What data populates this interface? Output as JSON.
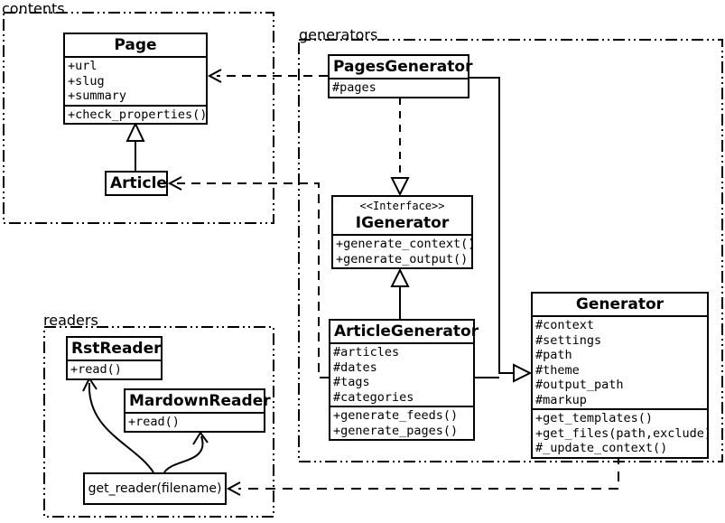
{
  "packages": {
    "contents": {
      "label": "contents"
    },
    "generators": {
      "label": "generators"
    },
    "readers": {
      "label": "readers"
    }
  },
  "classes": {
    "page": {
      "title": "Page",
      "attributes": [
        "+url",
        "+slug",
        "+summary"
      ],
      "methods": [
        "+check_properties()"
      ]
    },
    "article": {
      "title": "Article"
    },
    "pages_generator": {
      "title": "PagesGenerator",
      "attributes": [
        "#pages"
      ]
    },
    "igenerator": {
      "stereotype": "<<Interface>>",
      "title": "IGenerator",
      "methods": [
        "+generate_context()",
        "+generate_output()"
      ]
    },
    "article_generator": {
      "title": "ArticleGenerator",
      "attributes": [
        "#articles",
        "#dates",
        "#tags",
        "#categories"
      ],
      "methods": [
        "+generate_feeds()",
        "+generate_pages()"
      ]
    },
    "generator": {
      "title": "Generator",
      "attributes": [
        "#context",
        "#settings",
        "#path",
        "#theme",
        "#output_path",
        "#markup"
      ],
      "methods": [
        "+get_templates()",
        "+get_files(path,exclude)",
        "#_update_context()"
      ]
    },
    "rst_reader": {
      "title": "RstReader",
      "methods": [
        "+read()"
      ]
    },
    "mardown_reader": {
      "title": "MardownReader",
      "methods": [
        "+read()"
      ]
    },
    "get_reader": {
      "title": "get_reader(filename)"
    }
  },
  "relations": {
    "article_extends_page": "generalization",
    "pagesgenerator_depends_on_page": "dependency",
    "pagesgenerator_implements_igenerator": "realization",
    "articlegenerator_extends_igenerator": "generalization",
    "articlegenerator_depends_on_article": "dependency",
    "generators_extend_generator": "generalization",
    "generator_depends_on_get_reader": "dependency",
    "get_reader_to_rstreader": "association",
    "get_reader_to_mardownreader": "association"
  },
  "colors": {
    "ink": "#000000",
    "background": "#ffffff"
  }
}
